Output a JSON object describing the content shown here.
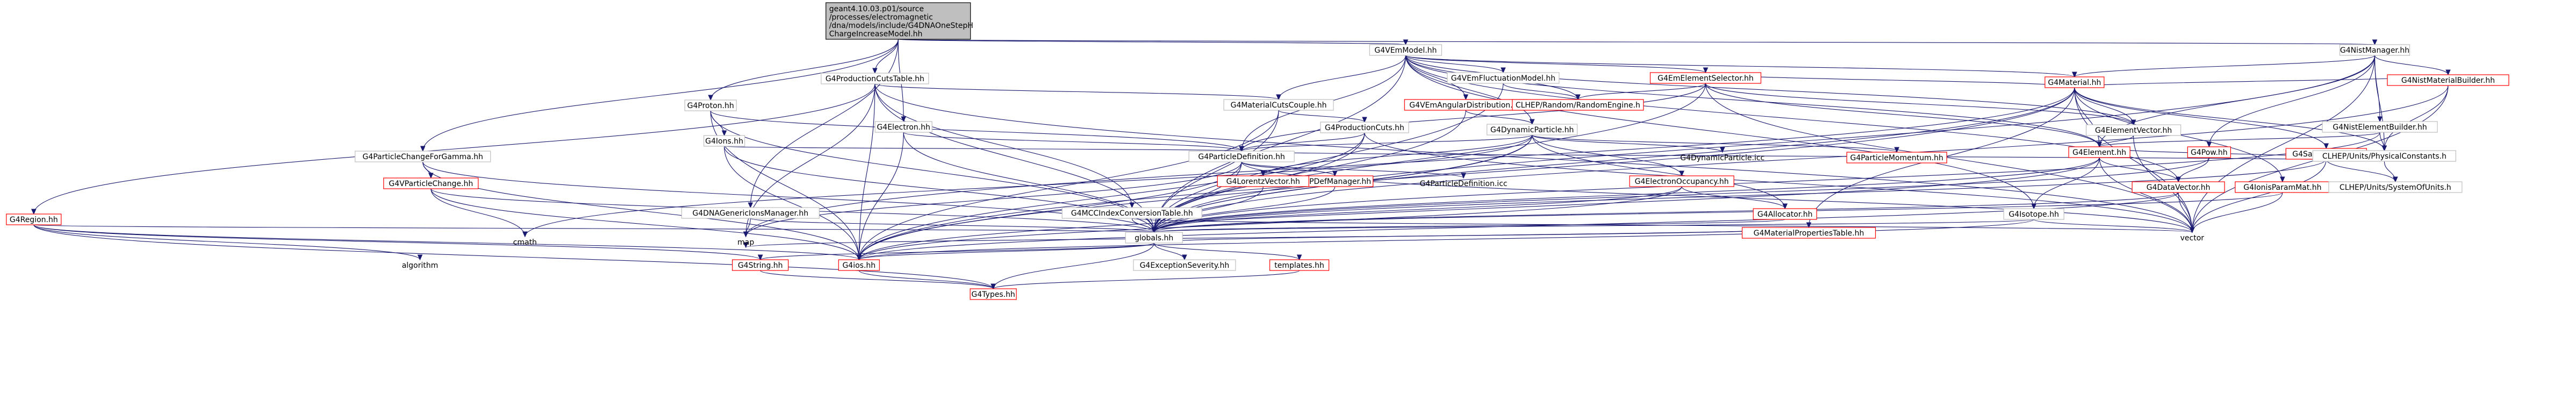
{
  "diagram": {
    "type": "include-dependency-graph",
    "colors": {
      "edge": "#191970",
      "root_fill": "#bfbfbf",
      "box_border": "#bfbfbf",
      "missing_border": "#ff0000"
    },
    "nodes": [
      {
        "id": "root",
        "style": "root",
        "lines": [
          "geant4.10.03.p01/source",
          "/processes/electromagnetic",
          "/dna/models/include/G4DNAOneStepH",
          "ChargeIncreaseModel.hh"
        ]
      },
      {
        "id": "G4VEmModel",
        "style": "link",
        "lines": [
          "G4VEmModel.hh"
        ]
      },
      {
        "id": "G4NistManager",
        "style": "link",
        "lines": [
          "G4NistManager.hh"
        ]
      },
      {
        "id": "G4ProductionCutsTable",
        "style": "link",
        "lines": [
          "G4ProductionCutsTable.hh"
        ]
      },
      {
        "id": "G4Proton",
        "style": "link",
        "lines": [
          "G4Proton.hh"
        ]
      },
      {
        "id": "G4Electron",
        "style": "link",
        "lines": [
          "G4Electron.hh"
        ]
      },
      {
        "id": "G4ParticleChangeForGamma",
        "style": "link",
        "lines": [
          "G4ParticleChangeForGamma.hh"
        ]
      },
      {
        "id": "G4DNAGenericIonsManager",
        "style": "link",
        "lines": [
          "G4DNAGenericIonsManager.hh"
        ]
      },
      {
        "id": "G4Region",
        "style": "red",
        "lines": [
          "G4Region.hh"
        ]
      },
      {
        "id": "G4Ions",
        "style": "link",
        "lines": [
          "G4Ions.hh"
        ]
      },
      {
        "id": "G4MaterialCutsCouple",
        "style": "link",
        "lines": [
          "G4MaterialCutsCouple.hh"
        ]
      },
      {
        "id": "G4MCCIndexConversionTable",
        "style": "link",
        "lines": [
          "G4MCCIndexConversionTable.hh"
        ]
      },
      {
        "id": "G4VEmFluctuationModel",
        "style": "link",
        "lines": [
          "G4VEmFluctuationModel.hh"
        ]
      },
      {
        "id": "G4EmElementSelector",
        "style": "red",
        "lines": [
          "G4EmElementSelector.hh"
        ]
      },
      {
        "id": "G4VEmAngularDistribution",
        "style": "red",
        "lines": [
          "G4VEmAngularDistribution.hh"
        ]
      },
      {
        "id": "CLHEPRandomEngine",
        "style": "red",
        "lines": [
          "CLHEP/Random/RandomEngine.h"
        ]
      },
      {
        "id": "G4ProductionCuts",
        "style": "link",
        "lines": [
          "G4ProductionCuts.hh"
        ]
      },
      {
        "id": "G4DynamicParticle",
        "style": "link",
        "lines": [
          "G4DynamicParticle.hh"
        ]
      },
      {
        "id": "G4ParticleDefinition",
        "style": "link",
        "lines": [
          "G4ParticleDefinition.hh"
        ]
      },
      {
        "id": "G4VParticleChange",
        "style": "red",
        "lines": [
          "G4VParticleChange.hh"
        ]
      },
      {
        "id": "G4PDefManager",
        "style": "red",
        "lines": [
          "G4PDefManager.hh"
        ]
      },
      {
        "id": "G4ParticleDefinitionIcc",
        "style": "plain",
        "lines": [
          "G4ParticleDefinition.icc"
        ]
      },
      {
        "id": "G4LorentzVector",
        "style": "red",
        "lines": [
          "G4LorentzVector.hh"
        ]
      },
      {
        "id": "G4ElectronOccupancy",
        "style": "red",
        "lines": [
          "G4ElectronOccupancy.hh"
        ]
      },
      {
        "id": "G4DynamicParticleIcc",
        "style": "plain",
        "lines": [
          "G4DynamicParticle.icc"
        ]
      },
      {
        "id": "G4ParticleMomentum",
        "style": "red",
        "lines": [
          "G4ParticleMomentum.hh"
        ]
      },
      {
        "id": "G4Allocator",
        "style": "red",
        "lines": [
          "G4Allocator.hh"
        ]
      },
      {
        "id": "G4MaterialPropertiesTable",
        "style": "red",
        "lines": [
          "G4MaterialPropertiesTable.hh"
        ]
      },
      {
        "id": "G4Material",
        "style": "red",
        "lines": [
          "G4Material.hh"
        ]
      },
      {
        "id": "G4ElementVector",
        "style": "link",
        "lines": [
          "G4ElementVector.hh"
        ]
      },
      {
        "id": "G4Element",
        "style": "red",
        "lines": [
          "G4Element.hh"
        ]
      },
      {
        "id": "G4Pow",
        "style": "red",
        "lines": [
          "G4Pow.hh"
        ]
      },
      {
        "id": "G4CrossSectionDataStore",
        "style": "red",
        "lines": [
          "G4DataVector.hh"
        ]
      },
      {
        "id": "G4Isotope",
        "style": "link",
        "lines": [
          "G4Isotope.hh"
        ]
      },
      {
        "id": "G4IonisParamMat",
        "style": "red",
        "lines": [
          "G4IonisParamMat.hh"
        ]
      },
      {
        "id": "G4SandiaTable",
        "style": "red",
        "lines": [
          "G4SandiaTable.hh"
        ]
      },
      {
        "id": "G4NistMaterialBuilder",
        "style": "red",
        "lines": [
          "G4NistMaterialBuilder.hh"
        ]
      },
      {
        "id": "G4NistElementBuilder",
        "style": "link",
        "lines": [
          "G4NistElementBuilder.hh"
        ]
      },
      {
        "id": "CLHEPPhysicalConstants",
        "style": "link",
        "lines": [
          "CLHEP/Units/PhysicalConstants.h"
        ]
      },
      {
        "id": "CLHEPSystemOfUnits",
        "style": "link",
        "lines": [
          "CLHEP/Units/SystemOfUnits.h"
        ]
      },
      {
        "id": "globals",
        "style": "link",
        "lines": [
          "globals.hh"
        ]
      },
      {
        "id": "cmath",
        "style": "plain",
        "lines": [
          "cmath"
        ]
      },
      {
        "id": "map",
        "style": "plain",
        "lines": [
          "map"
        ]
      },
      {
        "id": "vector",
        "style": "plain",
        "lines": [
          "vector"
        ]
      },
      {
        "id": "algorithm",
        "style": "plain",
        "lines": [
          "algorithm"
        ]
      },
      {
        "id": "G4String",
        "style": "red",
        "lines": [
          "G4String.hh"
        ]
      },
      {
        "id": "G4ios",
        "style": "red",
        "lines": [
          "G4ios.hh"
        ]
      },
      {
        "id": "G4ExceptionSeverity",
        "style": "link",
        "lines": [
          "G4ExceptionSeverity.hh"
        ]
      },
      {
        "id": "templates",
        "style": "red",
        "lines": [
          "templates.hh"
        ]
      },
      {
        "id": "G4Types",
        "style": "red",
        "lines": [
          "G4Types.hh"
        ]
      }
    ]
  }
}
